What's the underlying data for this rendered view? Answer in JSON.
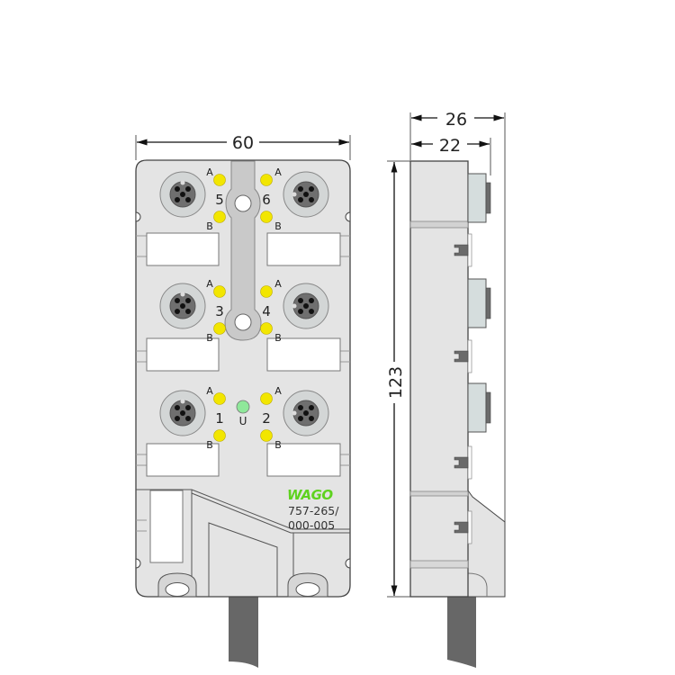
{
  "dimensions": {
    "width": "60",
    "depth_total": "26",
    "depth_body": "22",
    "height": "123"
  },
  "ports": [
    {
      "number": "5",
      "led_a": "A",
      "led_b": "B",
      "side": "left"
    },
    {
      "number": "6",
      "led_a": "A",
      "led_b": "B",
      "side": "right"
    },
    {
      "number": "3",
      "led_a": "A",
      "led_b": "B",
      "side": "left"
    },
    {
      "number": "4",
      "led_a": "A",
      "led_b": "B",
      "side": "right"
    },
    {
      "number": "1",
      "led_a": "A",
      "led_b": "B",
      "side": "left"
    },
    {
      "number": "2",
      "led_a": "A",
      "led_b": "B",
      "side": "right"
    }
  ],
  "power_led": {
    "label": "U",
    "color": "#8fe89a"
  },
  "brand": {
    "logo": "WAGO",
    "color": "#5ed21f"
  },
  "part_number": {
    "line1": "757-265/",
    "line2": "000-005"
  },
  "colors": {
    "body": "#e4e4e4",
    "led": "#f2e600",
    "cable": "#676767",
    "connector_side": "#d5dddd"
  }
}
